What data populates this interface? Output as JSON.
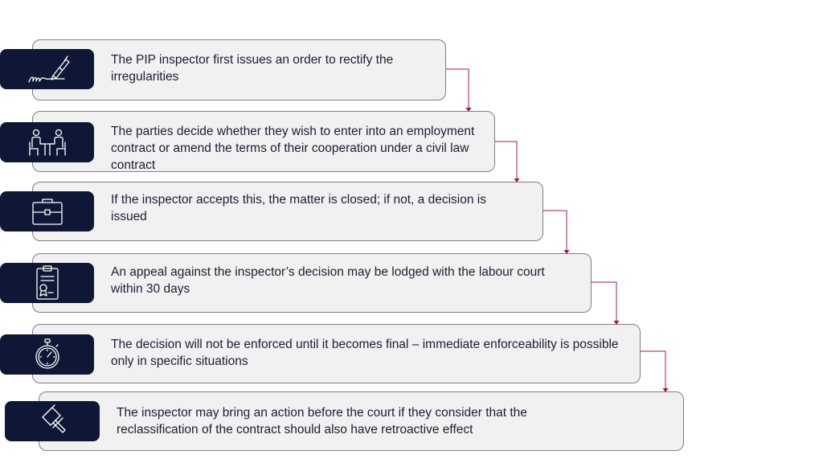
{
  "colors": {
    "icon_tab": "#0e1735",
    "box_fill": "#f1f1f1",
    "box_border": "#7f7f7f",
    "connector": "#a0155a",
    "text": "#1d1d33"
  },
  "steps": [
    {
      "icon": "signature-pen-icon",
      "text": "The PIP inspector first issues an order to rectify the irregularities"
    },
    {
      "icon": "meeting-people-icon",
      "text": "The parties decide whether they wish to enter into an employment contract or amend the terms of their cooperation under a civil law contract"
    },
    {
      "icon": "briefcase-icon",
      "text": "If the inspector accepts this, the matter is closed; if not, a decision is issued"
    },
    {
      "icon": "certificate-clipboard-icon",
      "text": "An appeal against the inspector’s decision may be lodged with the labour court within 30 days"
    },
    {
      "icon": "stopwatch-icon",
      "text": "The decision will not be enforced until it becomes final – immediate enforceability is possible only in specific situations"
    },
    {
      "icon": "gavel-icon",
      "text": "The inspector may bring an action before the court if they consider that the reclassification of the contract should also have retroactive effect"
    }
  ]
}
